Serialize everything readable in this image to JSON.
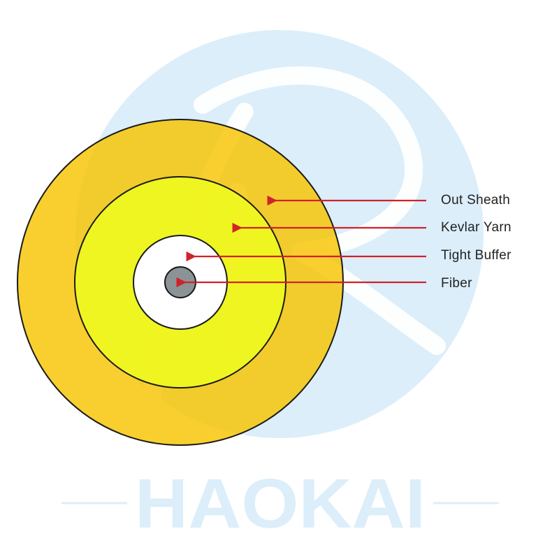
{
  "labels": [
    {
      "key": "out_sheath",
      "text": "Out Sheath"
    },
    {
      "key": "kevlar_yarn",
      "text": "Kevlar Yarn"
    },
    {
      "key": "tight_buffer",
      "text": "Tight Buffer"
    },
    {
      "key": "fiber",
      "text": "Fiber"
    }
  ],
  "watermark": {
    "text": "HAOKAI",
    "letter": "R"
  },
  "colors": {
    "out_sheath": "#f7c400",
    "kevlar_yarn": "#eefc1e",
    "tight_buffer": "#ffffff",
    "fiber": "#8c9396",
    "outline": "#1a1a1a",
    "arrow": "#d0222a",
    "watermark": "#dbeefa"
  }
}
